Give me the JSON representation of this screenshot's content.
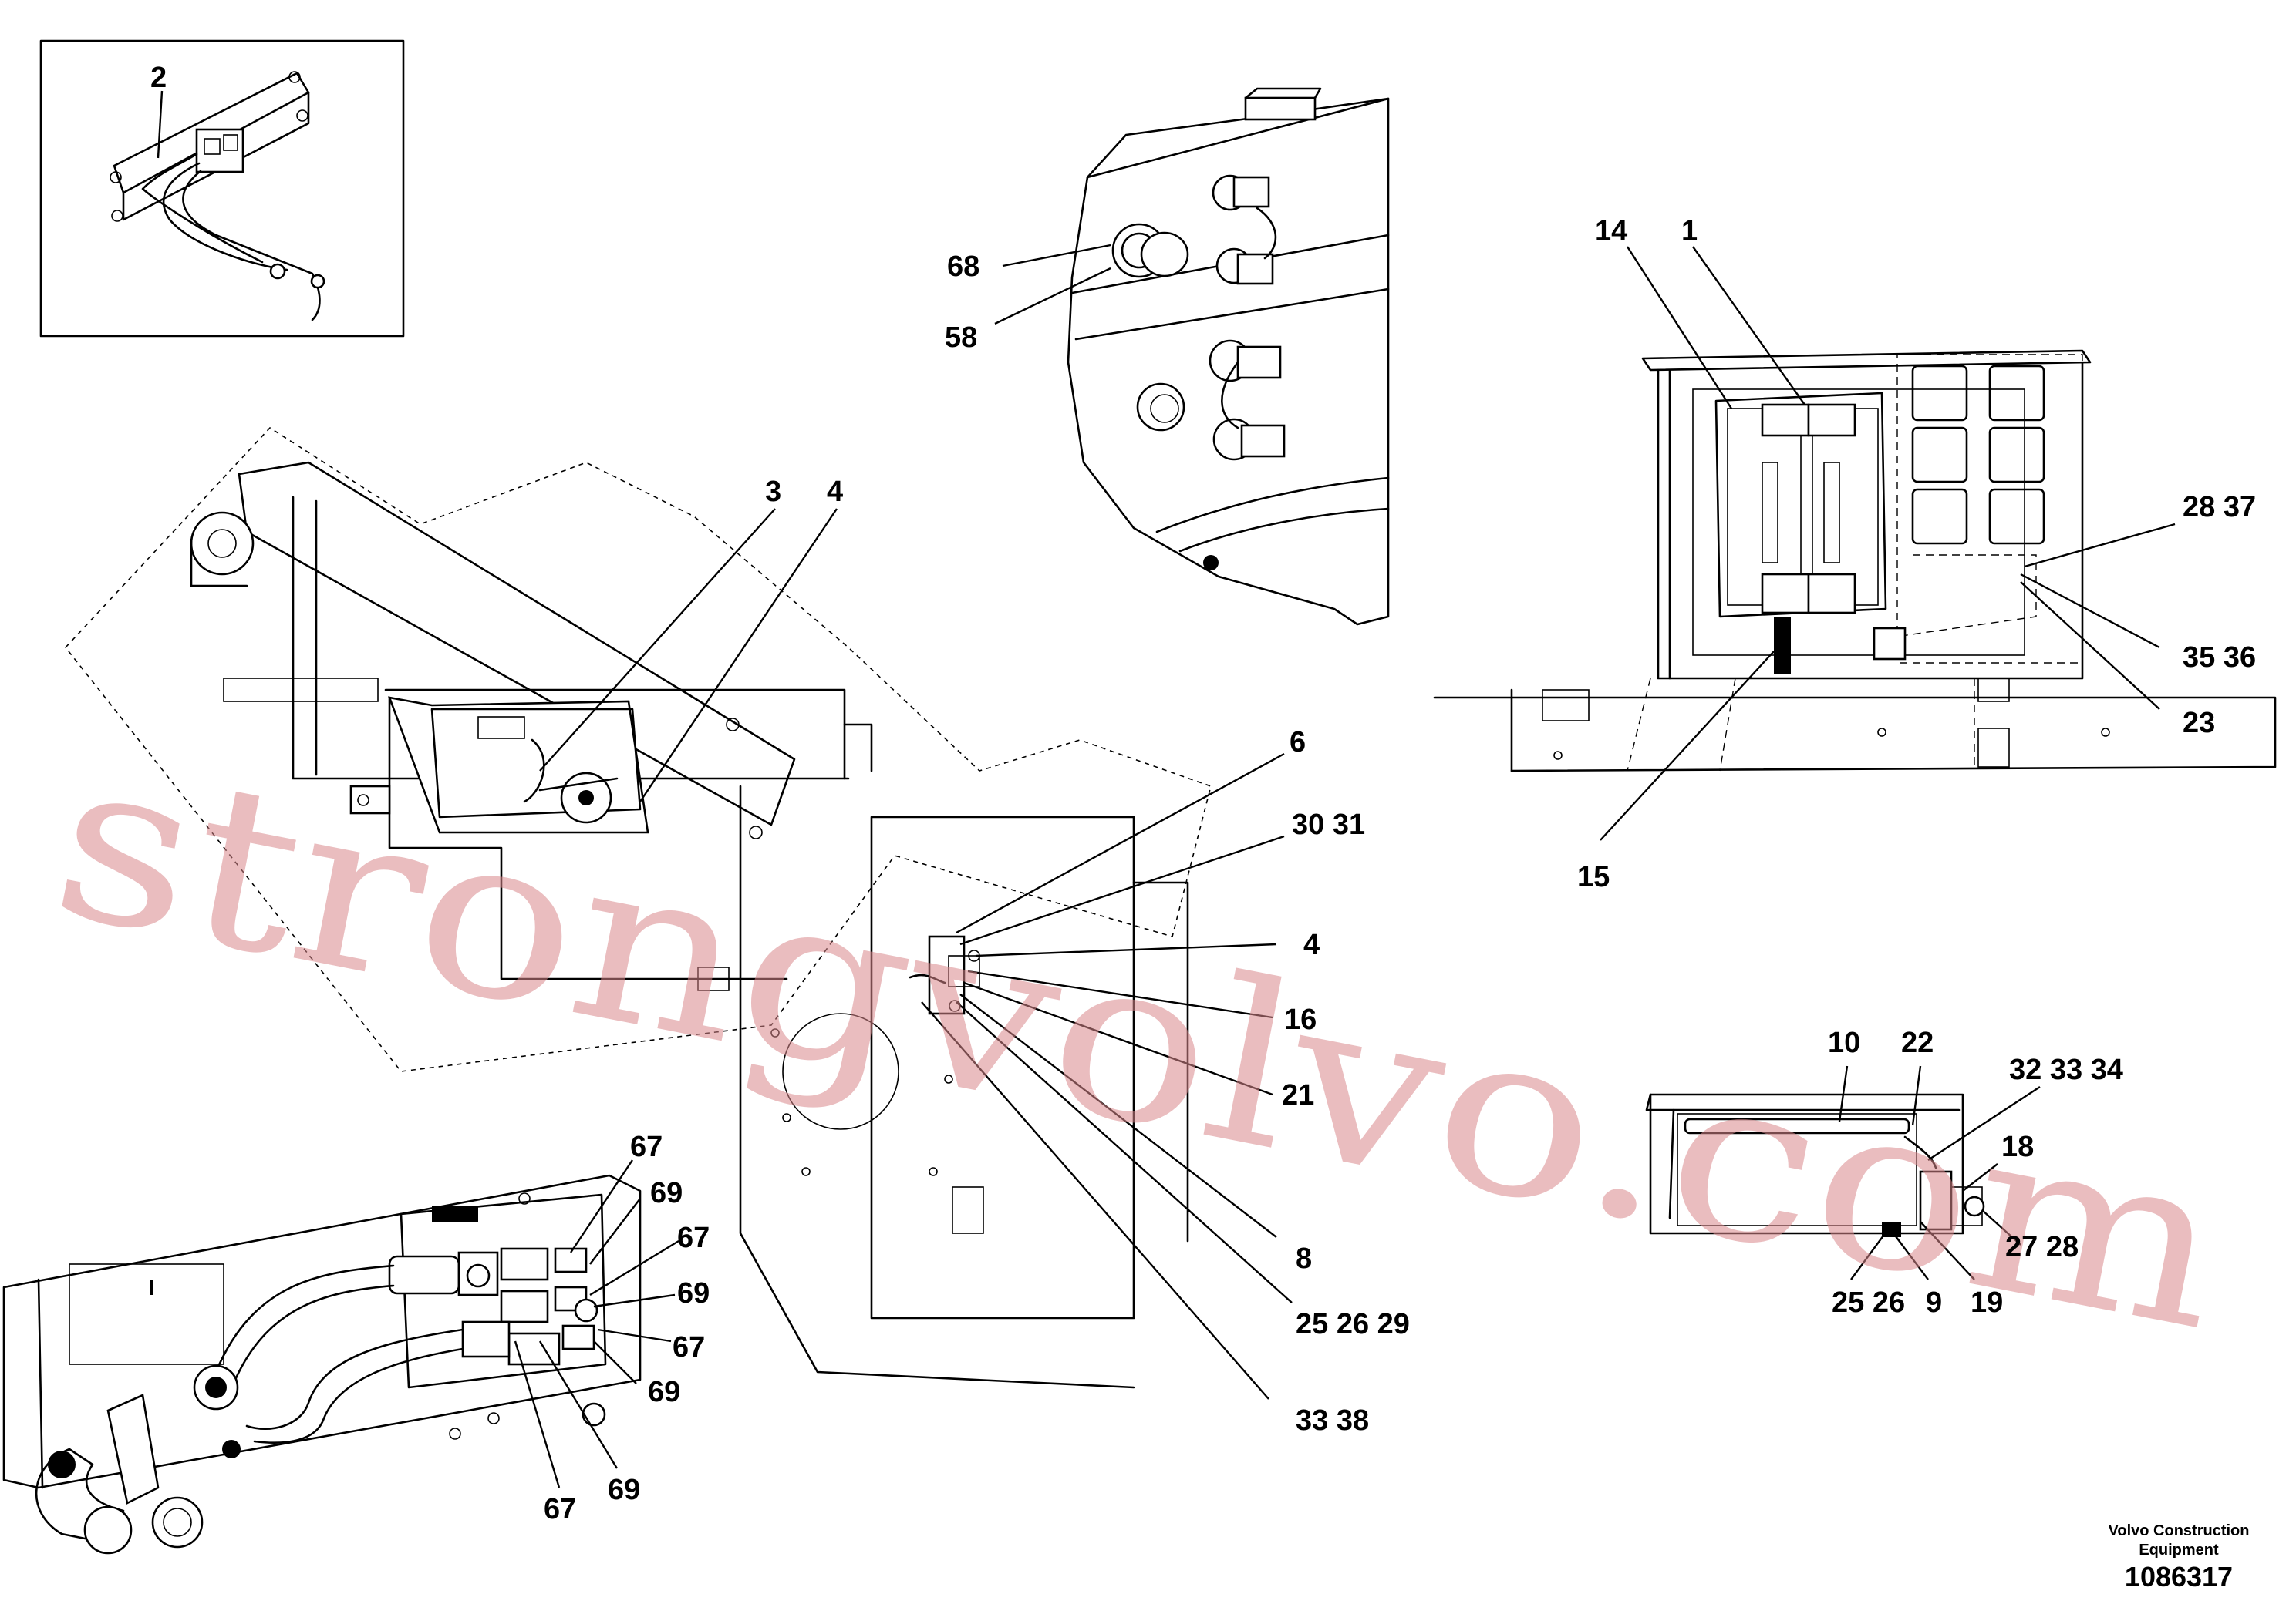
{
  "labels": {
    "l2": "2",
    "l68": "68",
    "l58": "58",
    "l3": "3",
    "l4a": "4",
    "l14": "14",
    "l1": "1",
    "l28_37": "28  37",
    "l35_36": "35 36",
    "l23": "23",
    "l15": "15",
    "l6": "6",
    "l30_31": "30 31",
    "l4b": "4",
    "l16": "16",
    "l21": "21",
    "l8": "8",
    "l25_26_29": "25 26 29",
    "l33_38": "33  38",
    "l10": "10",
    "l22": "22",
    "l32_33_34": "32 33 34",
    "l18": "18",
    "l27_28": "27 28",
    "l25_26b": "25 26",
    "l9": "9",
    "l19": "19",
    "l67a": "67",
    "l69a": "69",
    "l67b": "67",
    "l69b": "69",
    "l67c": "67",
    "l69c": "69",
    "l67d": "67",
    "l69d": "69"
  },
  "watermark": "strongvolvo.com",
  "credit": {
    "line1": "Volvo Construction",
    "line2": "Equipment"
  },
  "doc_number": "1086317"
}
